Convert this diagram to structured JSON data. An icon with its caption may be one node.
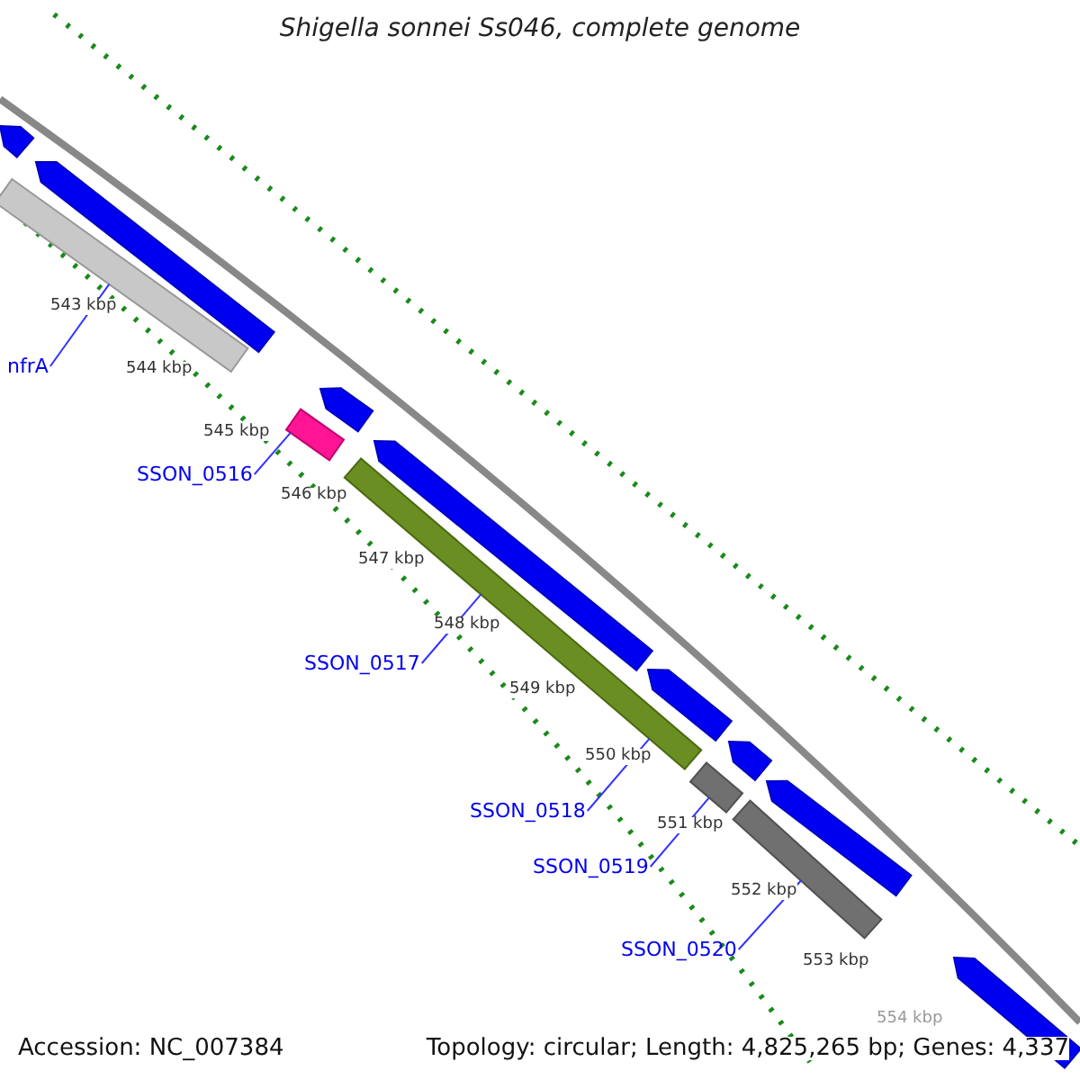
{
  "diagram": {
    "title": "Shigella sonnei Ss046, complete genome",
    "nodes": [
      {
        "text": [
          "nfrA"
        ]
      },
      {
        "text": [],
        "shape": "bar"
      },
      {
        "text": [
          "SSON_0516"
        ]
      },
      {
        "text": [],
        "shape": "bar"
      },
      {
        "text": [
          "SSON_0517"
        ]
      },
      {
        "text": [],
        "shape": "bar"
      },
      {
        "text": [
          "SSON_0518"
        ]
      },
      {
        "text": [
          "SSON_0519"
        ]
      },
      {
        "text": [],
        "shape": "bar"
      },
      {
        "text": [
          "SSON_0520"
        ]
      },
      {
        "text": [],
        "shape": "bar"
      },
      {
        "text": [],
        "shape": "arrow"
      },
      {
        "text": [],
        "shape": "arrow"
      },
      {
        "text": [],
        "shape": "arrow"
      },
      {
        "text": [],
        "shape": "arrow"
      },
      {
        "text": [],
        "shape": "arrow"
      },
      {
        "text": [],
        "shape": "arrow"
      },
      {
        "text": [],
        "shape": "arrow"
      },
      {
        "text": [],
        "shape": "arrow"
      }
    ],
    "edges": [
      {
        "from": 0,
        "to": 1,
        "arrow": "none"
      },
      {
        "from": 2,
        "to": 3,
        "arrow": "none"
      },
      {
        "from": 4,
        "to": 5,
        "arrow": "none"
      },
      {
        "from": 6,
        "to": 5,
        "arrow": "none"
      },
      {
        "from": 7,
        "to": 8,
        "arrow": "none"
      },
      {
        "from": 9,
        "to": 10,
        "arrow": "none"
      }
    ],
    "labels": [
      "543 kbp",
      "544 kbp",
      "545 kbp",
      "546 kbp",
      "547 kbp",
      "548 kbp",
      "549 kbp",
      "550 kbp",
      "551 kbp",
      "552 kbp",
      "553 kbp",
      "554 kbp",
      "Accession: NC_007384",
      "Topology: circular; Length: 4,825,265 bp; Genes: 4,337"
    ]
  }
}
